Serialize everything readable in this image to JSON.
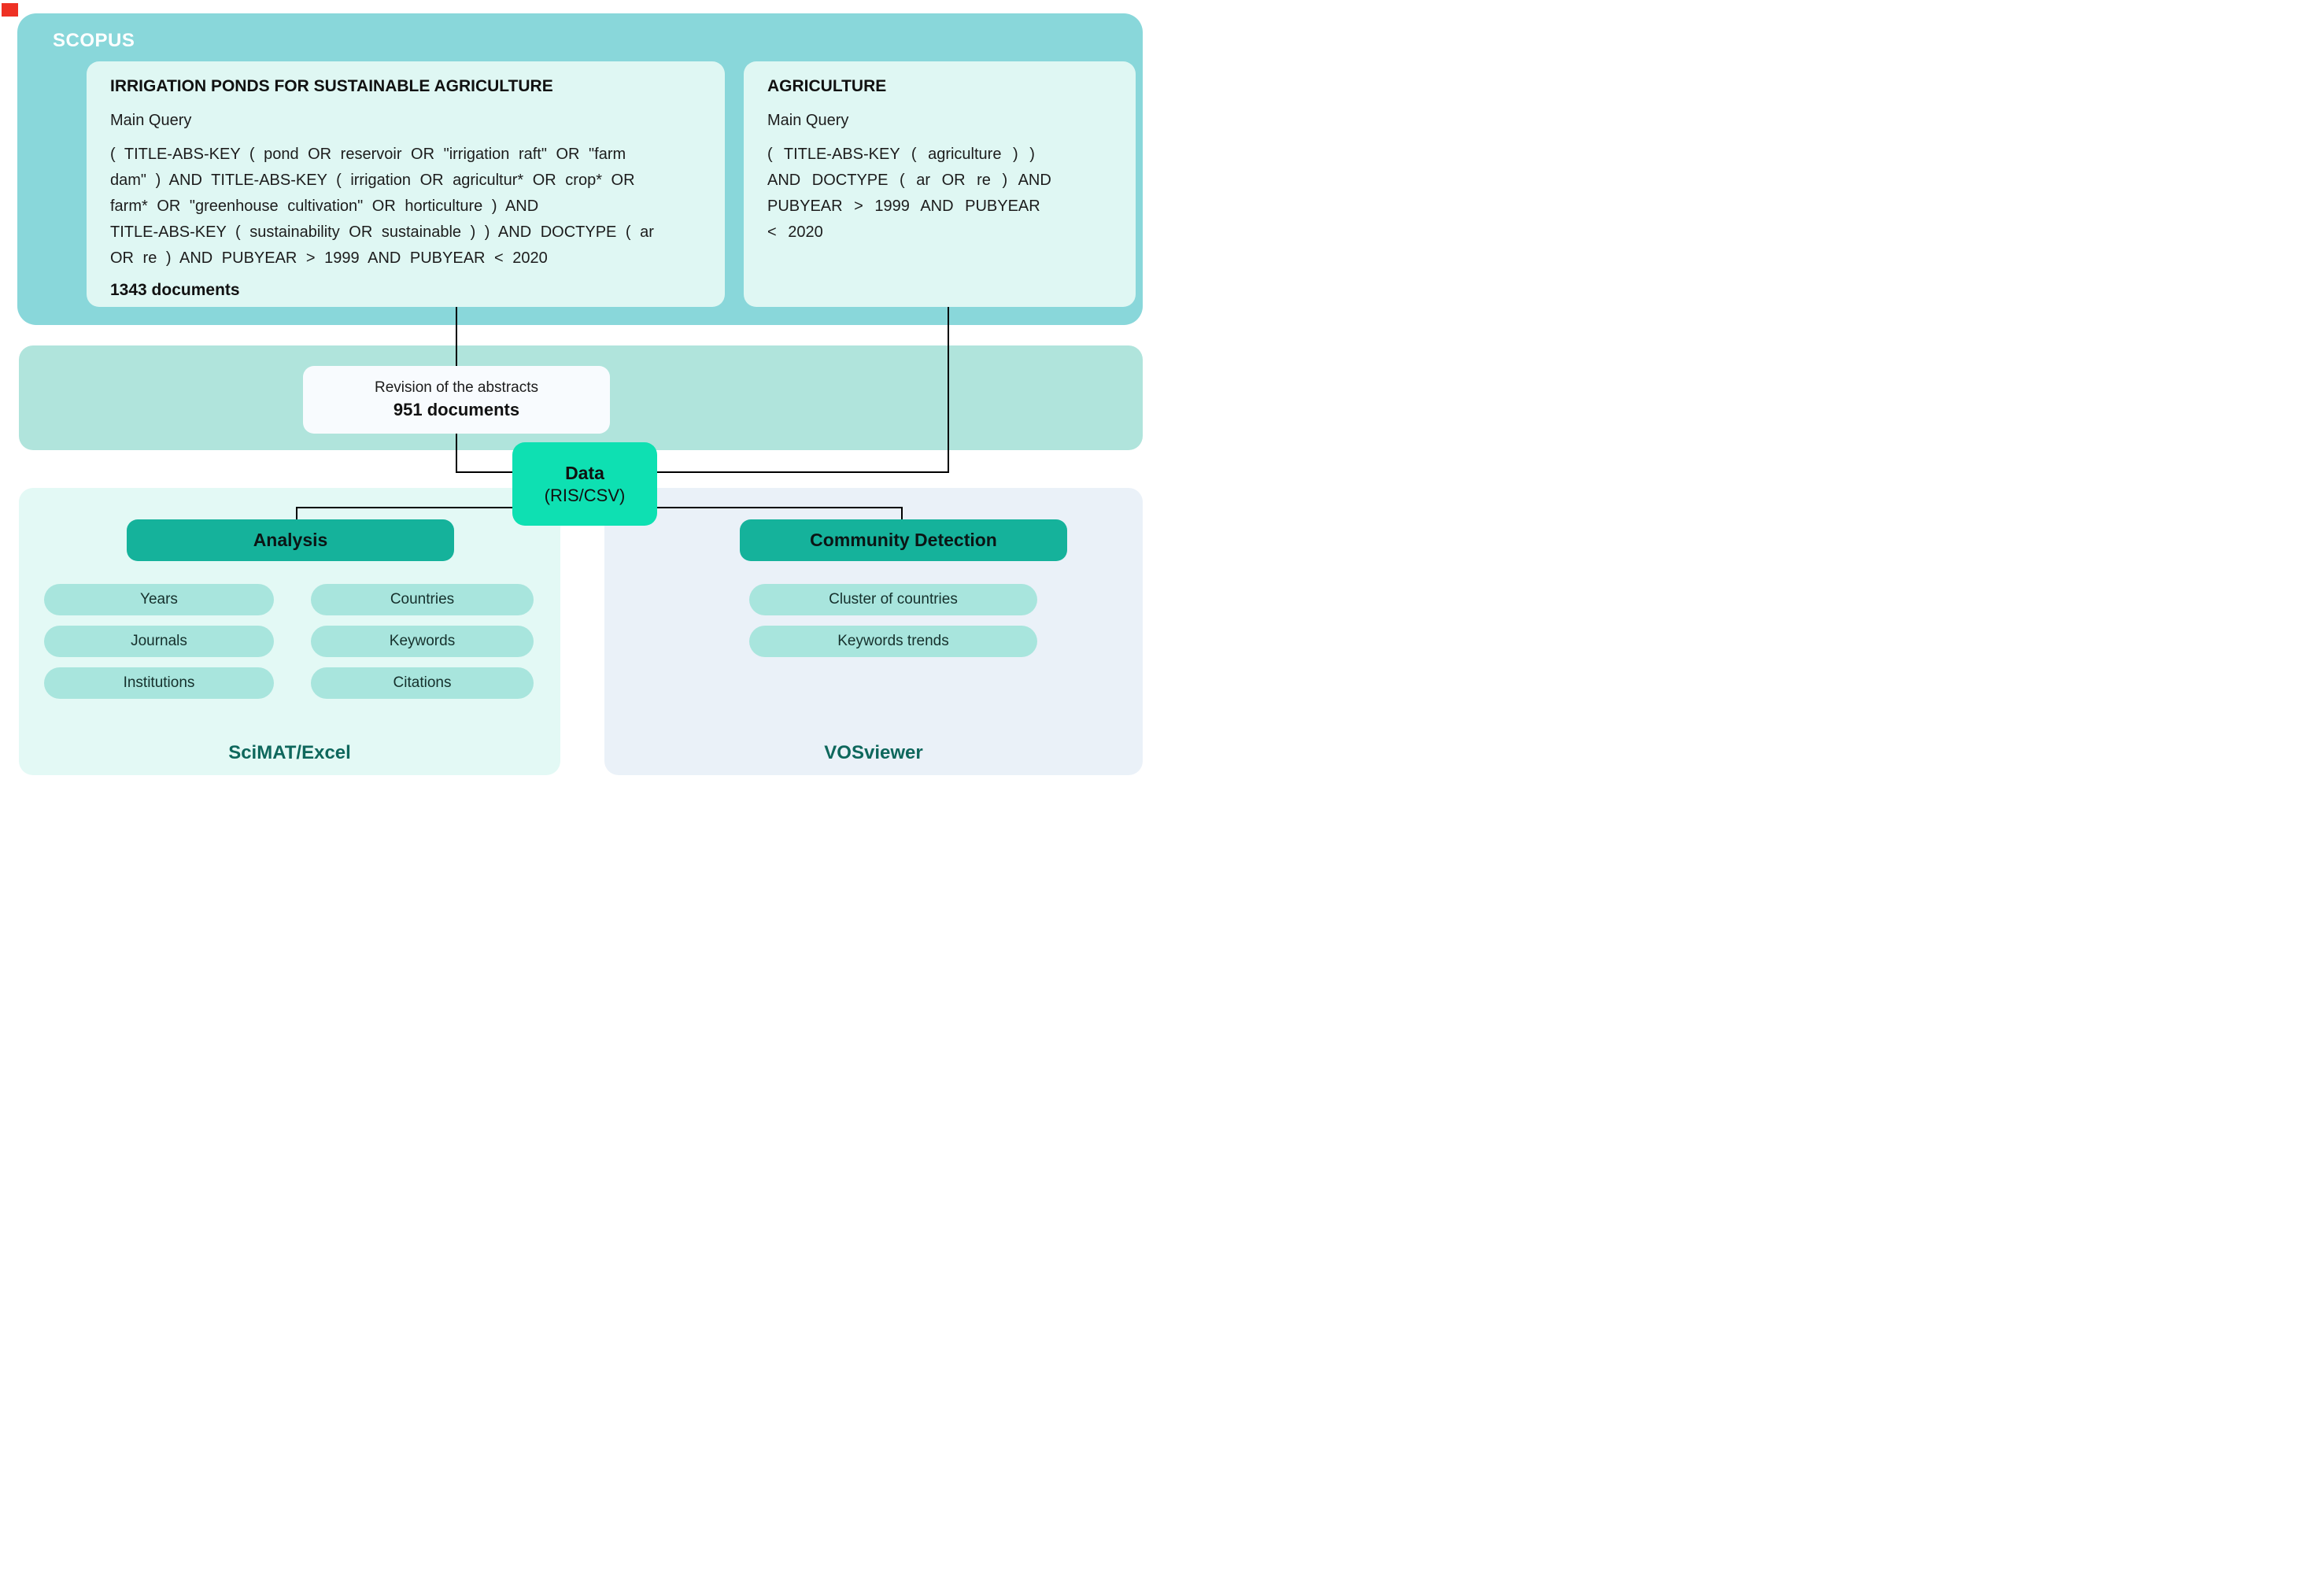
{
  "artifact": {
    "red_marker": ""
  },
  "scopus": {
    "label": "SCOPUS",
    "left_query": {
      "title": "IRRIGATION PONDS FOR SUSTAINABLE AGRICULTURE",
      "subtitle": "Main Query",
      "query_lines": [
        "( TITLE-ABS-KEY ( pond OR reservoir OR \"irrigation raft\" OR \"farm",
        "dam\" ) AND TITLE-ABS-KEY ( irrigation OR agricultur* OR crop* OR",
        "farm* OR \"greenhouse cultivation\" OR horticulture ) AND",
        "TITLE-ABS-KEY ( sustainability OR sustainable ) ) AND DOCTYPE ( ar",
        "OR re ) AND PUBYEAR > 1999 AND PUBYEAR < 2020"
      ],
      "result": "1343 documents"
    },
    "right_query": {
      "title": "AGRICULTURE",
      "subtitle": "Main Query",
      "query_lines": [
        "( TITLE-ABS-KEY ( agriculture ) )",
        "AND DOCTYPE ( ar OR re ) AND",
        "PUBYEAR > 1999 AND PUBYEAR",
        "< 2020"
      ]
    }
  },
  "revision": {
    "line1": "Revision of the abstracts",
    "line2": "951 documents"
  },
  "data_node": {
    "line1": "Data",
    "line2": "(RIS/CSV)"
  },
  "analysis": {
    "title": "Analysis",
    "pills": [
      "Years",
      "Journals",
      "Institutions",
      "Countries",
      "Keywords",
      "Citations"
    ],
    "tool": "SciMAT/Excel"
  },
  "community": {
    "title": "Community Detection",
    "pills": [
      "Cluster of countries",
      "Keywords trends"
    ],
    "tool": "VOSviewer"
  },
  "colors": {
    "outer_container": "#89d7da",
    "query_box": "#dff7f3",
    "band": "#b0e4dc",
    "revision_box": "#f8fbfe",
    "data_node": "#0ee0b2",
    "section_header": "#15b29b",
    "pill": "#a8e5dd",
    "analysis_panel": "#e3f9f5",
    "community_panel": "#eaf1f8",
    "tool_text": "#0e675c",
    "red_marker": "#ee3124"
  }
}
